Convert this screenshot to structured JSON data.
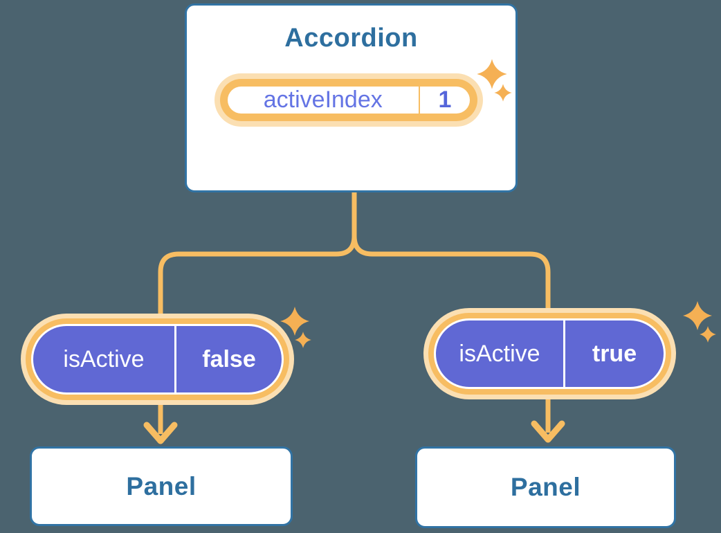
{
  "diagram": {
    "root": {
      "title": "Accordion",
      "state": {
        "name": "activeIndex",
        "value": "1"
      }
    },
    "children": [
      {
        "prop": {
          "name": "isActive",
          "value": "false"
        },
        "child": {
          "title": "Panel"
        }
      },
      {
        "prop": {
          "name": "isActive",
          "value": "true"
        },
        "child": {
          "title": "Panel"
        }
      }
    ]
  },
  "colors": {
    "background": "#4B636F",
    "card_bg": "#FFFFFF",
    "card_border": "#3173A4",
    "heading_text": "#2E6F9F",
    "line_orange": "#F7BD62",
    "ring_light": "#FBDFB2",
    "pill_fill": "#6068D4",
    "pill_text": "#FFFFFF",
    "state_name_text": "#6474E4",
    "state_value_text": "#5565DA",
    "sparkle": "#F5B054"
  }
}
